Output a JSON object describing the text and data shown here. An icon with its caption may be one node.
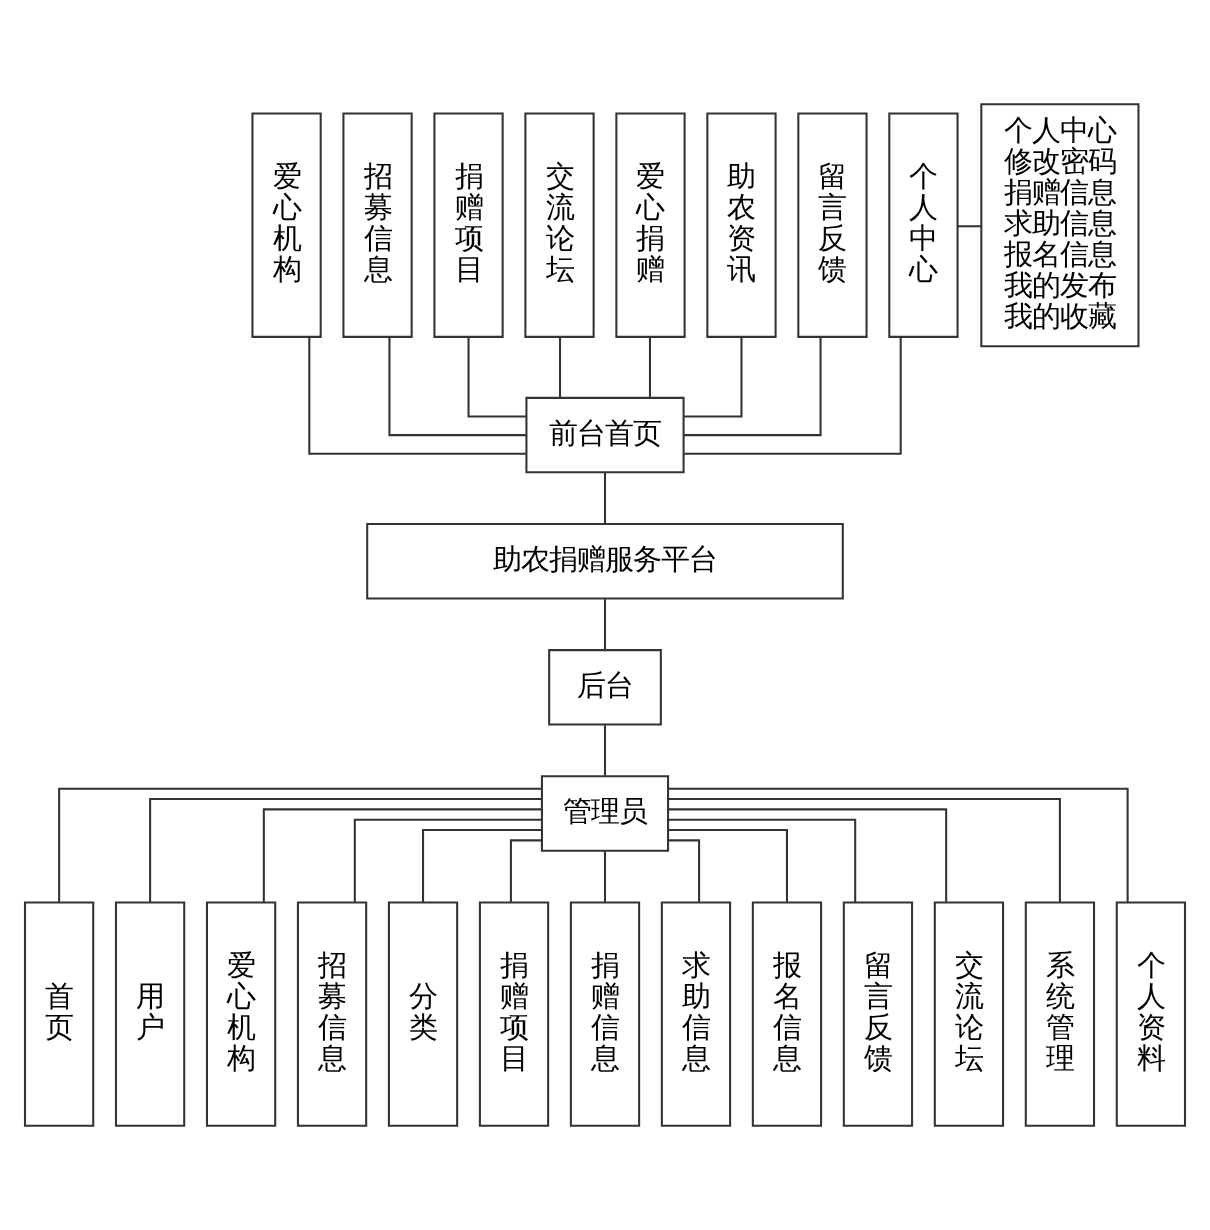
{
  "diagram": {
    "nodes": [
      {
        "text": [
          "爱心机构"
        ]
      },
      {
        "text": [
          "招募信息"
        ]
      },
      {
        "text": [
          "捐赠项目"
        ]
      },
      {
        "text": [
          "交流论坛"
        ]
      },
      {
        "text": [
          "爱心捐赠"
        ]
      },
      {
        "text": [
          "助农资讯"
        ]
      },
      {
        "text": [
          "留言反馈"
        ]
      },
      {
        "text": [
          "个人中心"
        ]
      },
      {
        "text": [
          "个人中心",
          "修改密码",
          "捐赠信息",
          "求助信息",
          "报名信息",
          "我的发布",
          "我的收藏"
        ]
      },
      {
        "text": [
          "前台首页"
        ]
      },
      {
        "text": [
          "助农捐赠服务平台"
        ]
      },
      {
        "text": [
          "后台"
        ]
      },
      {
        "text": [
          "管理员"
        ]
      },
      {
        "text": [
          "首页"
        ]
      },
      {
        "text": [
          "用户"
        ]
      },
      {
        "text": [
          "爱心机构"
        ]
      },
      {
        "text": [
          "招募信息"
        ]
      },
      {
        "text": [
          "分类"
        ]
      },
      {
        "text": [
          "捐赠项目"
        ]
      },
      {
        "text": [
          "捐赠信息"
        ]
      },
      {
        "text": [
          "求助信息"
        ]
      },
      {
        "text": [
          "报名信息"
        ]
      },
      {
        "text": [
          "留言反馈"
        ]
      },
      {
        "text": [
          "交流论坛"
        ]
      },
      {
        "text": [
          "系统管理"
        ]
      },
      {
        "text": [
          "个人资料"
        ]
      }
    ],
    "edges": [
      {
        "from": 0,
        "to": 9,
        "arrow": "none"
      },
      {
        "from": 1,
        "to": 9,
        "arrow": "none"
      },
      {
        "from": 2,
        "to": 9,
        "arrow": "none"
      },
      {
        "from": 3,
        "to": 9,
        "arrow": "none"
      },
      {
        "from": 4,
        "to": 9,
        "arrow": "none"
      },
      {
        "from": 5,
        "to": 9,
        "arrow": "none"
      },
      {
        "from": 6,
        "to": 9,
        "arrow": "none"
      },
      {
        "from": 7,
        "to": 9,
        "arrow": "none"
      },
      {
        "from": 7,
        "to": 8,
        "arrow": "none"
      },
      {
        "from": 9,
        "to": 10,
        "arrow": "none"
      },
      {
        "from": 10,
        "to": 11,
        "arrow": "none"
      },
      {
        "from": 11,
        "to": 12,
        "arrow": "none"
      },
      {
        "from": 12,
        "to": 13,
        "arrow": "none"
      },
      {
        "from": 12,
        "to": 14,
        "arrow": "none"
      },
      {
        "from": 12,
        "to": 15,
        "arrow": "none"
      },
      {
        "from": 12,
        "to": 16,
        "arrow": "none"
      },
      {
        "from": 12,
        "to": 17,
        "arrow": "none"
      },
      {
        "from": 12,
        "to": 18,
        "arrow": "none"
      },
      {
        "from": 12,
        "to": 19,
        "arrow": "none"
      },
      {
        "from": 12,
        "to": 20,
        "arrow": "none"
      },
      {
        "from": 12,
        "to": 21,
        "arrow": "none"
      },
      {
        "from": 12,
        "to": 22,
        "arrow": "none"
      },
      {
        "from": 12,
        "to": 23,
        "arrow": "none"
      },
      {
        "from": 12,
        "to": 24,
        "arrow": "none"
      },
      {
        "from": 12,
        "to": 25,
        "arrow": "none"
      }
    ]
  }
}
